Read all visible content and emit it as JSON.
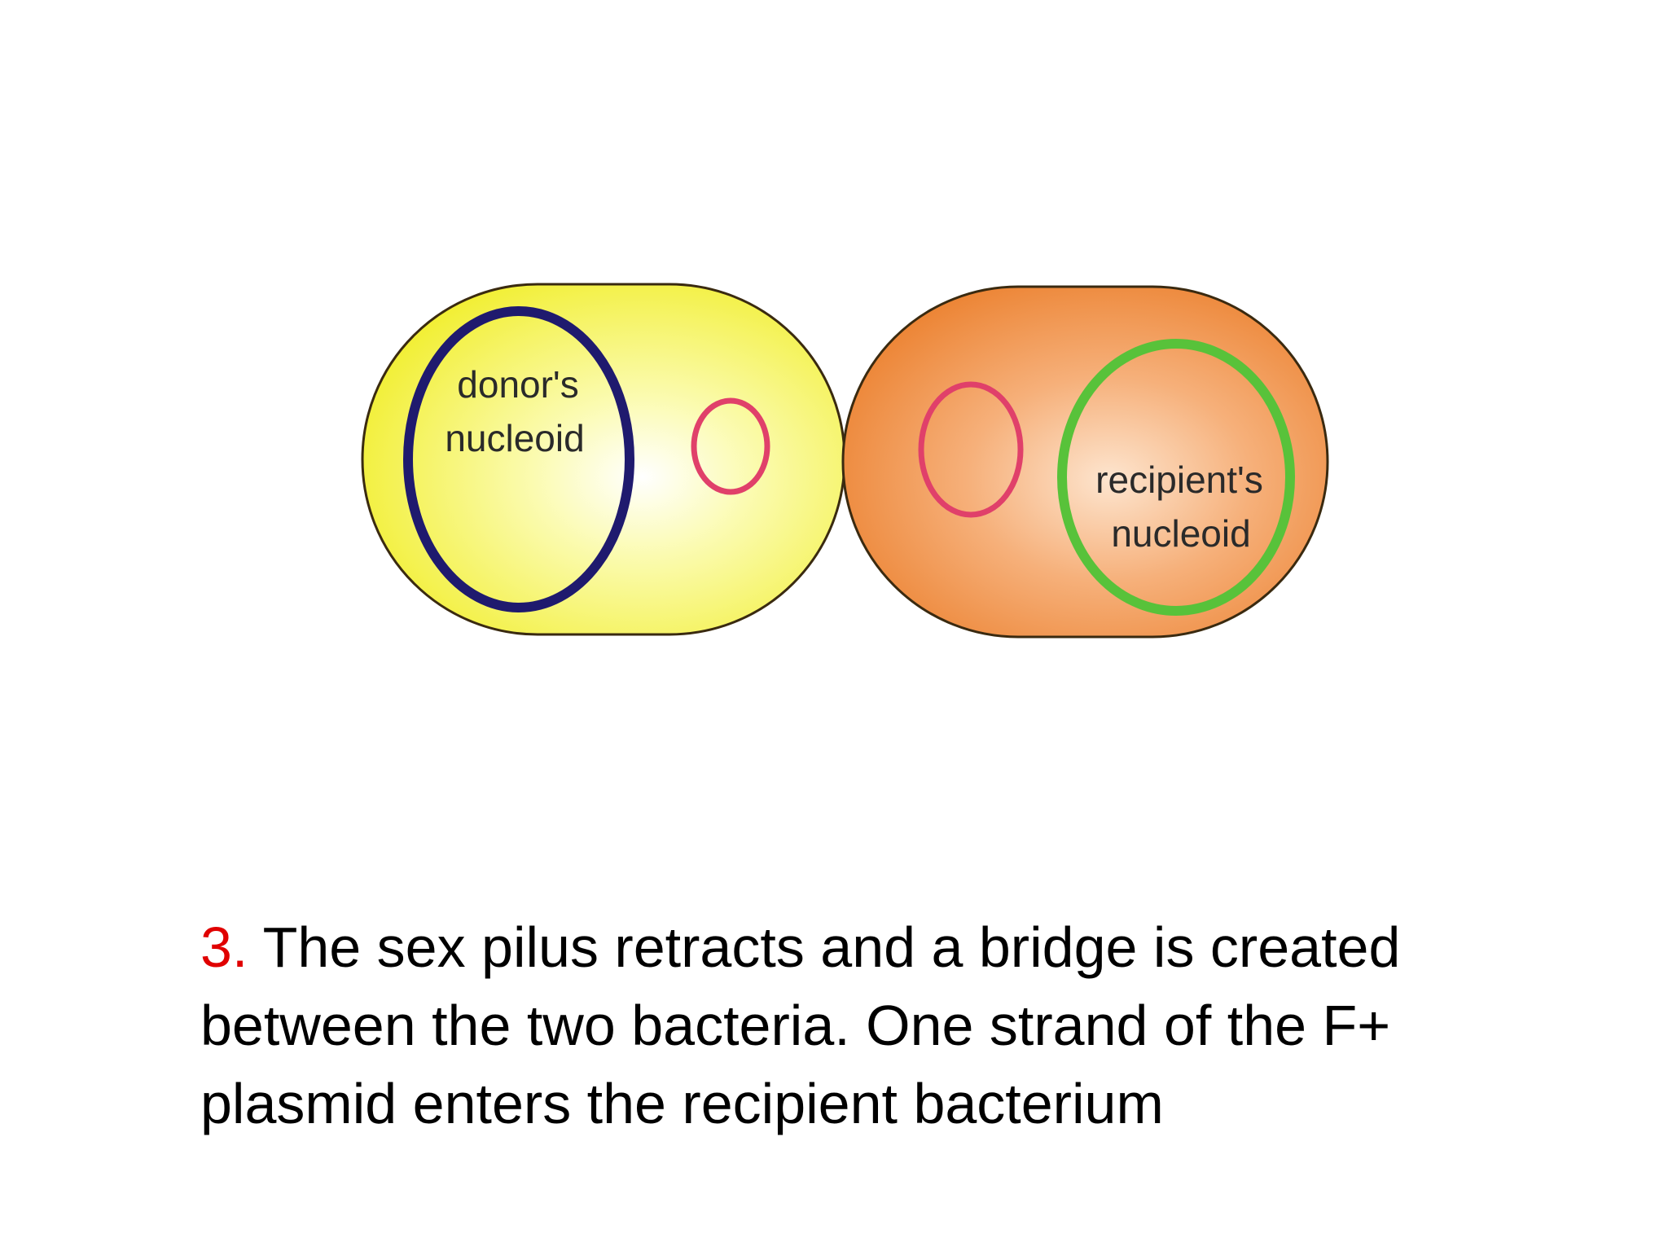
{
  "diagram": {
    "donor_label_line1": "donor's",
    "donor_label_line2": "nucleoid",
    "recipient_label_line1": "recipient's",
    "recipient_label_line2": "nucleoid",
    "colors": {
      "donor_cell": "#f4f23a",
      "recipient_cell": "#ef8f3f",
      "donor_nucleoid_ring": "#1f1a6e",
      "recipient_nucleoid_ring": "#58c23a",
      "plasmid_ring": "#e0406a",
      "outline": "#3a2a10"
    }
  },
  "caption": {
    "step_number": "3.",
    "text_line1": " The sex pilus retracts and a bridge is created",
    "text_line2": "between the two bacteria. One strand of the F+",
    "text_line3": "plasmid enters the recipient bacterium"
  }
}
